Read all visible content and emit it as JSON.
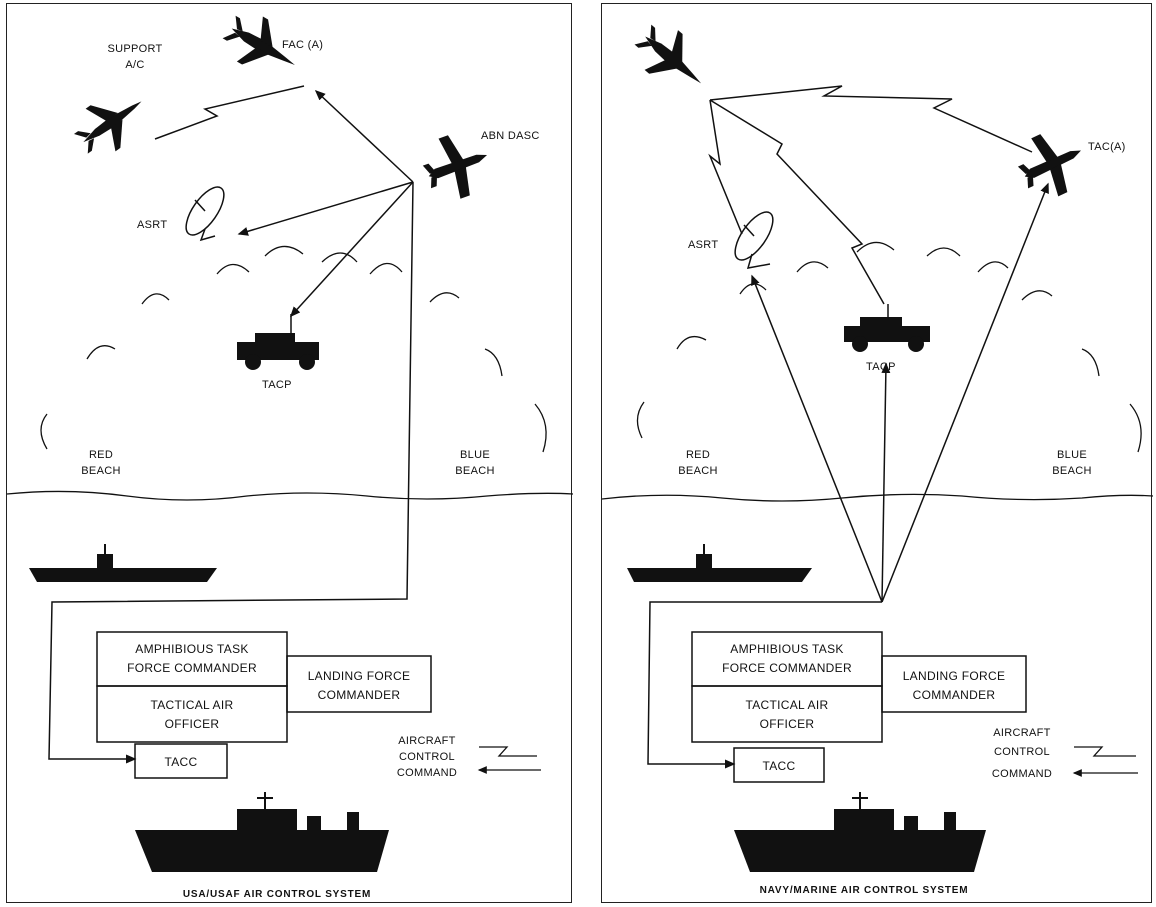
{
  "left": {
    "caption": "USA/USAF AIR CONTROL SYSTEM",
    "support_ac": [
      "SUPPORT",
      "A/C"
    ],
    "fac": "FAC (A)",
    "abn_dasc": "ABN DASC",
    "asrt": "ASRT",
    "tacp": "TACP",
    "red_beach": [
      "RED",
      "BEACH"
    ],
    "blue_beach": [
      "BLUE",
      "BEACH"
    ],
    "atfc": [
      "AMPHIBIOUS TASK",
      "FORCE COMMANDER"
    ],
    "tao": [
      "TACTICAL AIR",
      "OFFICER"
    ],
    "lfc": [
      "LANDING FORCE",
      "COMMANDER"
    ],
    "tacc": "TACC",
    "legend": [
      "AIRCRAFT",
      "CONTROL",
      "COMMAND"
    ]
  },
  "right": {
    "caption": "NAVY/MARINE AIR CONTROL SYSTEM",
    "tac_a": "TAC(A)",
    "asrt": "ASRT",
    "tacp": "TACP",
    "red_beach": [
      "RED",
      "BEACH"
    ],
    "blue_beach": [
      "BLUE",
      "BEACH"
    ],
    "atfc": [
      "AMPHIBIOUS TASK",
      "FORCE COMMANDER"
    ],
    "tao": [
      "TACTICAL AIR",
      "OFFICER"
    ],
    "lfc": [
      "LANDING FORCE",
      "COMMANDER"
    ],
    "tacc": "TACC",
    "legend": [
      "AIRCRAFT",
      "CONTROL",
      "COMMAND"
    ]
  }
}
